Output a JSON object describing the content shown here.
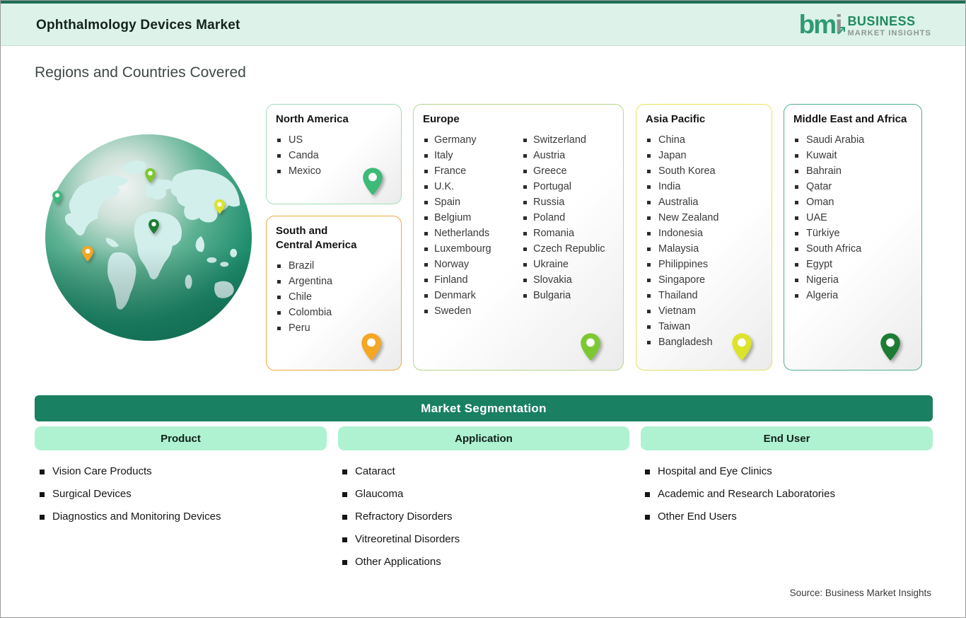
{
  "header": {
    "title": "Ophthalmology Devices Market",
    "logo": {
      "mark_bm": "bm",
      "mark_i": "i",
      "line1": "BUSINESS",
      "line2": "MARKET INSIGHTS"
    }
  },
  "section_title": "Regions and Countries Covered",
  "regions": {
    "north_america": {
      "name": "North America",
      "countries": [
        "US",
        "Canda",
        "Mexico"
      ],
      "border_color": "#a3dcbd",
      "pin_color": "#3cba78"
    },
    "south_central_america": {
      "name": "South and\nCentral America",
      "countries": [
        "Brazil",
        "Argentina",
        "Chile",
        "Colombia",
        "Peru"
      ],
      "border_color": "#f2a93b",
      "pin_color": "#f5a623"
    },
    "europe": {
      "name": "Europe",
      "countries": [
        "Germany",
        "Italy",
        "France",
        "U.K.",
        "Spain",
        "Belgium",
        "Netherlands",
        "Luxembourg",
        "Norway",
        "Finland",
        "Denmark",
        "Sweden",
        "Switzerland",
        "Austria",
        "Greece",
        "Portugal",
        "Russia",
        "Poland",
        "Romania",
        "Czech Republic",
        "Ukraine",
        "Slovakia",
        "Bulgaria"
      ],
      "border_color": "#b6d98b",
      "pin_color": "#7dc832"
    },
    "asia_pacific": {
      "name": "Asia Pacific",
      "countries": [
        "China",
        "Japan",
        "South Korea",
        "India",
        "Australia",
        "New Zealand",
        "Indonesia",
        "Malaysia",
        "Philippines",
        "Singapore",
        "Thailand",
        "Vietnam",
        "Taiwan",
        "Bangladesh"
      ],
      "border_color": "#e7e35c",
      "pin_color": "#dce32b"
    },
    "middle_east_africa": {
      "name": "Middle East and Africa",
      "countries": [
        "Saudi Arabia",
        "Kuwait",
        "Bahrain",
        "Qatar",
        "Oman",
        "UAE",
        "Türkiye",
        "South Africa",
        "Egypt",
        "Nigeria",
        "Algeria"
      ],
      "border_color": "#56b08c",
      "pin_color": "#1e7b35"
    }
  },
  "segmentation": {
    "banner_title": "Market Segmentation",
    "banner_color": "#198061",
    "chip_color": "#aff2d1",
    "columns": [
      {
        "title": "Product",
        "items": [
          "Vision Care Products",
          "Surgical Devices",
          "Diagnostics and Monitoring Devices"
        ]
      },
      {
        "title": "Application",
        "items": [
          "Cataract",
          "Glaucoma",
          "Refractory Disorders",
          "Vitreoretinal Disorders",
          "Other Applications"
        ]
      },
      {
        "title": "End User",
        "items": [
          "Hospital and Eye Clinics",
          "Academic and Research Laboratories",
          "Other End Users"
        ]
      }
    ]
  },
  "source_note": "Source: Business Market Insights",
  "theme": {
    "header_bg": "#ddf2e8",
    "top_bar": "#1e6f55",
    "logo_green": "#2e9a74",
    "logo_gray": "#8b9191"
  }
}
